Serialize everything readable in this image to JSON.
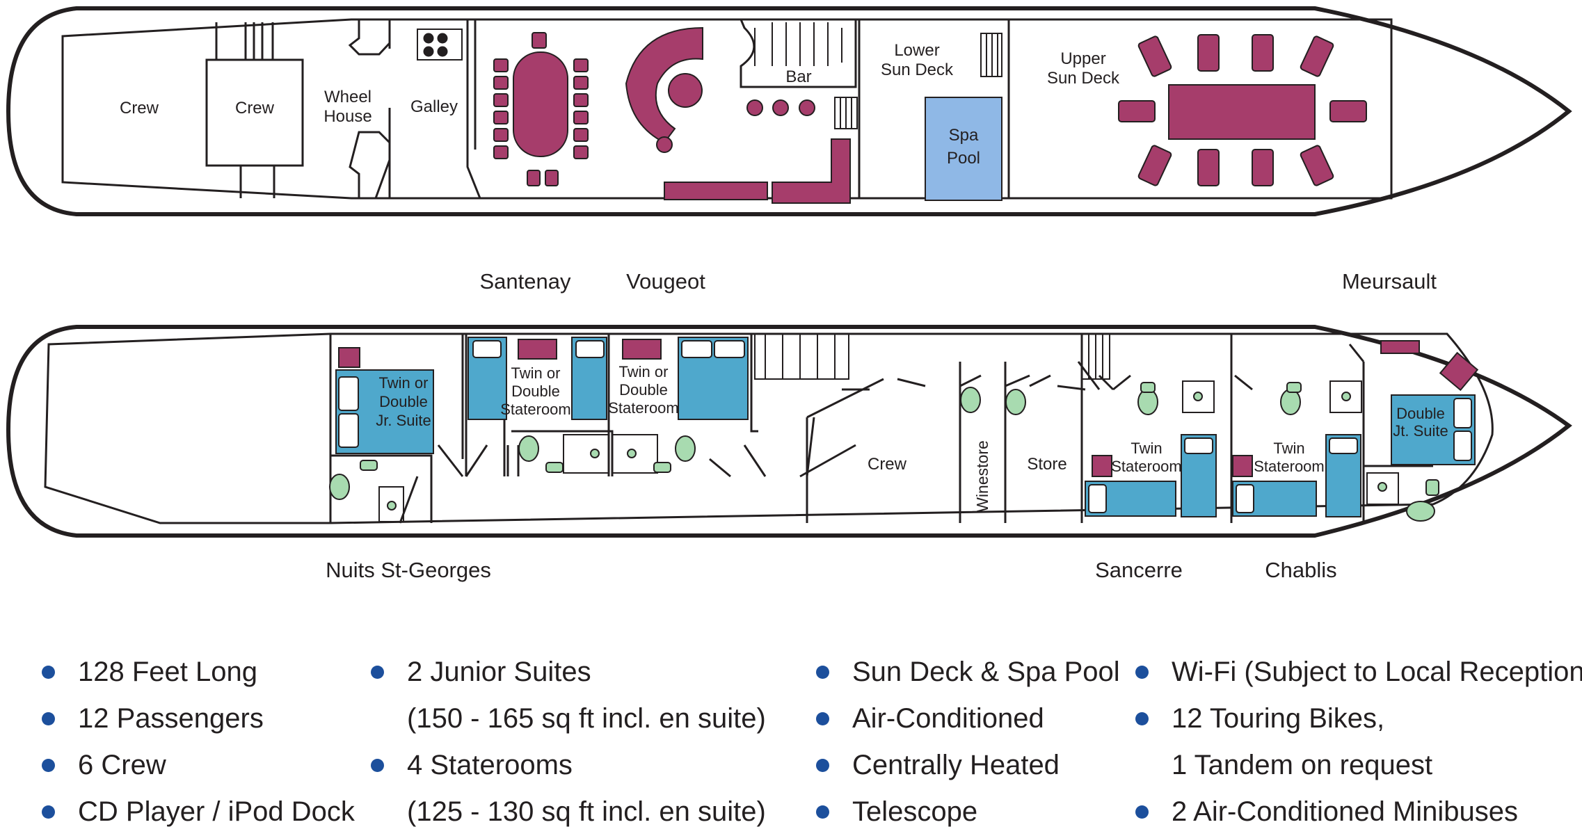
{
  "colors": {
    "furniture": "#a63d6b",
    "bed": "#4fa8cc",
    "pool": "#8fb8e6",
    "fixture": "#a8dbb0",
    "bullet": "#1c4f9c",
    "line": "#231f20"
  },
  "upper_deck": {
    "crew_1": "Crew",
    "crew_2": "Crew",
    "wheel_house": [
      "Wheel",
      "House"
    ],
    "galley": "Galley",
    "bar": "Bar",
    "lower_sun_deck": [
      "Lower",
      "Sun Deck"
    ],
    "spa_pool": [
      "Spa",
      "Pool"
    ],
    "upper_sun_deck": [
      "Upper",
      "Sun Deck"
    ]
  },
  "cabin_names": {
    "santenay": "Santenay",
    "vougeot": "Vougeot",
    "meursault": "Meursault",
    "nuits": "Nuits St-Georges",
    "sancerre": "Sancerre",
    "chablis": "Chablis"
  },
  "lower_deck": {
    "jr_suite": [
      "Twin or",
      "Double",
      "Jr. Suite"
    ],
    "stateroom_1": [
      "Twin or",
      "Double",
      "Stateroom"
    ],
    "stateroom_2": [
      "Twin or",
      "Double",
      "Stateroom"
    ],
    "crew": "Crew",
    "winestore": "Winestore",
    "store": "Store",
    "twin_1": [
      "Twin",
      "Stateroom"
    ],
    "twin_2": [
      "Twin",
      "Stateroom"
    ],
    "double_suite": [
      "Double",
      "Jt. Suite"
    ]
  },
  "features": {
    "col1": [
      "128 Feet Long",
      "12 Passengers",
      "6 Crew",
      "CD Player / iPod Dock"
    ],
    "col2": [
      {
        "text": "2 Junior Suites",
        "sub": "(150 - 165 sq ft incl. en suite)"
      },
      {
        "text": "4 Staterooms",
        "sub": "(125 - 130 sq ft incl. en suite)"
      }
    ],
    "col3": [
      "Sun Deck & Spa Pool",
      "Air-Conditioned",
      "Centrally Heated",
      "Telescope"
    ],
    "col4": [
      {
        "text": "Wi-Fi (Subject to Local Reception)"
      },
      {
        "text": "12 Touring Bikes,",
        "sub": "1 Tandem on request"
      },
      {
        "text": "2 Air-Conditioned Minibuses"
      }
    ]
  }
}
